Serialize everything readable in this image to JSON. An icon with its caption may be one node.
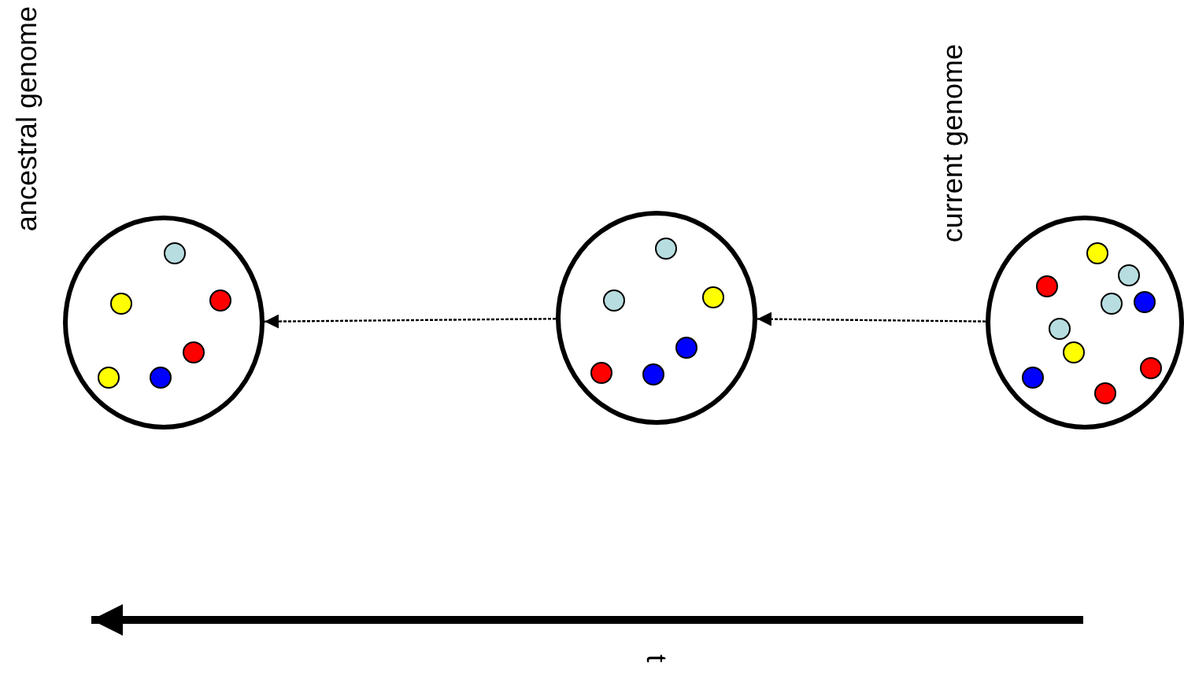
{
  "diagram": {
    "nodes": [
      {
        "text": [],
        "shape": "circle",
        "beside": [
          "ancestral genome"
        ]
      },
      {
        "text": [],
        "shape": "circle",
        "in": 0
      },
      {
        "text": [],
        "shape": "circle",
        "in": 0
      },
      {
        "text": [],
        "shape": "circle",
        "in": 0
      },
      {
        "text": [],
        "shape": "circle",
        "in": 0
      },
      {
        "text": [],
        "shape": "circle",
        "in": 0
      },
      {
        "text": [],
        "shape": "circle",
        "in": 0
      },
      {
        "text": [],
        "shape": "circle"
      },
      {
        "text": [],
        "shape": "circle",
        "in": 7
      },
      {
        "text": [],
        "shape": "circle",
        "in": 7
      },
      {
        "text": [],
        "shape": "circle",
        "in": 7
      },
      {
        "text": [],
        "shape": "circle",
        "in": 7
      },
      {
        "text": [],
        "shape": "circle",
        "in": 7
      },
      {
        "text": [],
        "shape": "circle",
        "in": 7
      },
      {
        "text": [],
        "shape": "circle",
        "beside": [
          "current genome"
        ]
      },
      {
        "text": [],
        "shape": "circle",
        "in": 14
      },
      {
        "text": [],
        "shape": "circle",
        "in": 14
      },
      {
        "text": [],
        "shape": "circle",
        "in": 14
      },
      {
        "text": [],
        "shape": "circle",
        "in": 14
      },
      {
        "text": [],
        "shape": "circle",
        "in": 14
      },
      {
        "text": [],
        "shape": "circle",
        "in": 14
      },
      {
        "text": [],
        "shape": "circle",
        "in": 14
      },
      {
        "text": [],
        "shape": "circle",
        "in": 14
      },
      {
        "text": [],
        "shape": "circle",
        "in": 14
      },
      {
        "text": [],
        "shape": "circle",
        "in": 14
      }
    ],
    "edges": [
      {
        "from": 14,
        "to": 7,
        "arrow": "to",
        "style": "dashed"
      },
      {
        "from": 7,
        "to": 0,
        "arrow": "to",
        "style": "dashed"
      }
    ],
    "labels": [
      "t"
    ]
  }
}
